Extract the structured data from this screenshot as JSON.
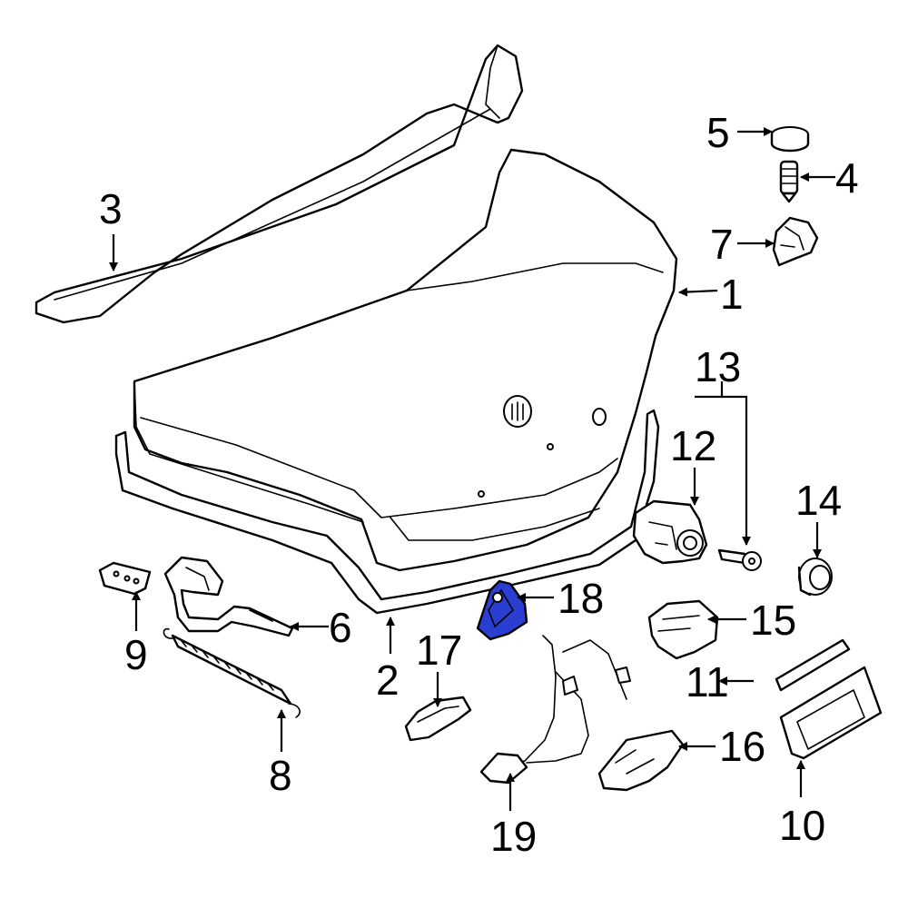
{
  "diagram": {
    "highlight_color": "#2a3fd1",
    "highlighted_part": "18",
    "callouts": {
      "c1": "1",
      "c2": "2",
      "c3": "3",
      "c4": "4",
      "c5": "5",
      "c6": "6",
      "c7": "7",
      "c8": "8",
      "c9": "9",
      "c10": "10",
      "c11": "11",
      "c12": "12",
      "c13": "13",
      "c14": "14",
      "c15": "15",
      "c16": "16",
      "c17": "17",
      "c18": "18",
      "c19": "19"
    }
  }
}
